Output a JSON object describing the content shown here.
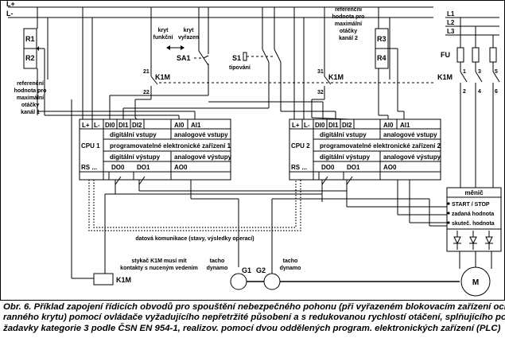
{
  "diagram": {
    "rails": {
      "lplus": "L+",
      "lminus": "L-",
      "l1": "L1",
      "l2": "L2",
      "l3": "L3"
    },
    "r1": "R1",
    "r2": "R2",
    "r3": "R3",
    "r4": "R4",
    "ref1": [
      "referenční",
      "hodnota pro",
      "maximální",
      "otáčky",
      "kanál 1"
    ],
    "ref2": [
      "referenční",
      "hodnota pro",
      "maximální",
      "otáčky",
      "kanál 2"
    ],
    "kryt_funkcni": [
      "kryt",
      "funkční"
    ],
    "kryt_vyrazen": [
      "kryt",
      "vyřazen"
    ],
    "sa1": "SA1",
    "s1": "S1",
    "tipovani": "tipování",
    "k1m": "K1M",
    "contacts": {
      "c21": "21",
      "c22": "22",
      "c31": "31",
      "c32": "32"
    },
    "fu": "FU",
    "phase": {
      "p1": "1",
      "p2": "2",
      "p3": "3",
      "p4": "4",
      "p5": "5",
      "p6": "6"
    },
    "cpu1": {
      "name": "CPU 1",
      "top_pins": [
        "L+",
        "L-",
        "DI0",
        "DI1",
        "DI2",
        "AI0",
        "AI1"
      ],
      "dig_in": "digitální vstupy",
      "an_in": "analogové vstupy",
      "device": "programovatelné elektronické zařízení 1",
      "dig_out": "digitální výstupy",
      "an_out": "analogové výstupy",
      "bottom_pins": [
        "RS ...",
        "DO0",
        "DO1",
        "AO0"
      ]
    },
    "cpu2": {
      "name": "CPU 2",
      "top_pins": [
        "L+",
        "L-",
        "DI0",
        "DI1",
        "DI2",
        "AI0",
        "AI1"
      ],
      "dig_in": "digitální vstupy",
      "an_in": "analogové vstupy",
      "device": "programovatelné elektronické zařízení 2",
      "dig_out": "digitální výstupy",
      "an_out": "analogové výstupy",
      "bottom_pins": [
        "RS ...",
        "DO0",
        "DO1",
        "AO0"
      ]
    },
    "converter": {
      "title": "měnič",
      "start_stop": "START / STOP",
      "setpoint": "zadaná hodnota",
      "actual": "skuteč. hodnota"
    },
    "data_comm": "datová komunikace (stavy, výsledky operací)",
    "stykac_note": [
      "stykač K1M musí mít",
      "kontakty s nuceným vedením"
    ],
    "k1m_coil": "K1M",
    "g1": "G1",
    "g2": "G2",
    "tacho1": [
      "tacho",
      "dynamo"
    ],
    "tacho2": [
      "tacho",
      "dynamo"
    ],
    "motor": "M"
  },
  "caption": [
    "Obr. 6. Příklad zapojení řídicích obvodů pro spouštění nebezpečného pohonu (při vyřazeném blokovacím zařízení och-",
    "ranného krytu) pomocí ovládače vyžadujícího nepřetržité působení a s redukovanou rychlostí otáčení, splňujícího po-",
    "žadavky kategorie 3 podle ČSN EN 954-1, realizov. pomocí dvou oddělených program. elektronických zařízení (PLC)"
  ]
}
